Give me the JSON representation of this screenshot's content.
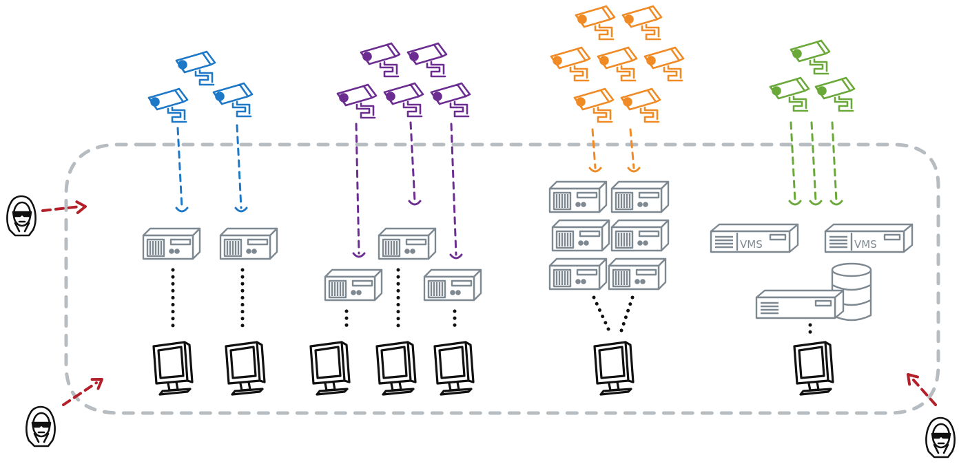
{
  "labels": {
    "vms": "VMS"
  },
  "colors": {
    "blue": "#1e78c8",
    "purple": "#6c2d91",
    "orange": "#f08a24",
    "green": "#6aa83a",
    "gray": "#7d8891",
    "boundary": "#b7bcc1",
    "arrow": "#b3202a",
    "black": "#111111"
  },
  "camera_groups": [
    {
      "color_key": "blue",
      "camera_count": 3,
      "feed_count": 2
    },
    {
      "color_key": "purple",
      "camera_count": 5,
      "feed_count": 3
    },
    {
      "color_key": "orange",
      "camera_count": 7,
      "feed_count": 2
    },
    {
      "color_key": "green",
      "camera_count": 3,
      "feed_count": 3
    }
  ],
  "icons": {
    "camera": "security-camera-icon",
    "server": "server-icon",
    "monitor": "monitor-icon",
    "database": "database-icon",
    "attacker": "hooded-hacker-icon",
    "arrow": "attack-arrow-icon"
  }
}
